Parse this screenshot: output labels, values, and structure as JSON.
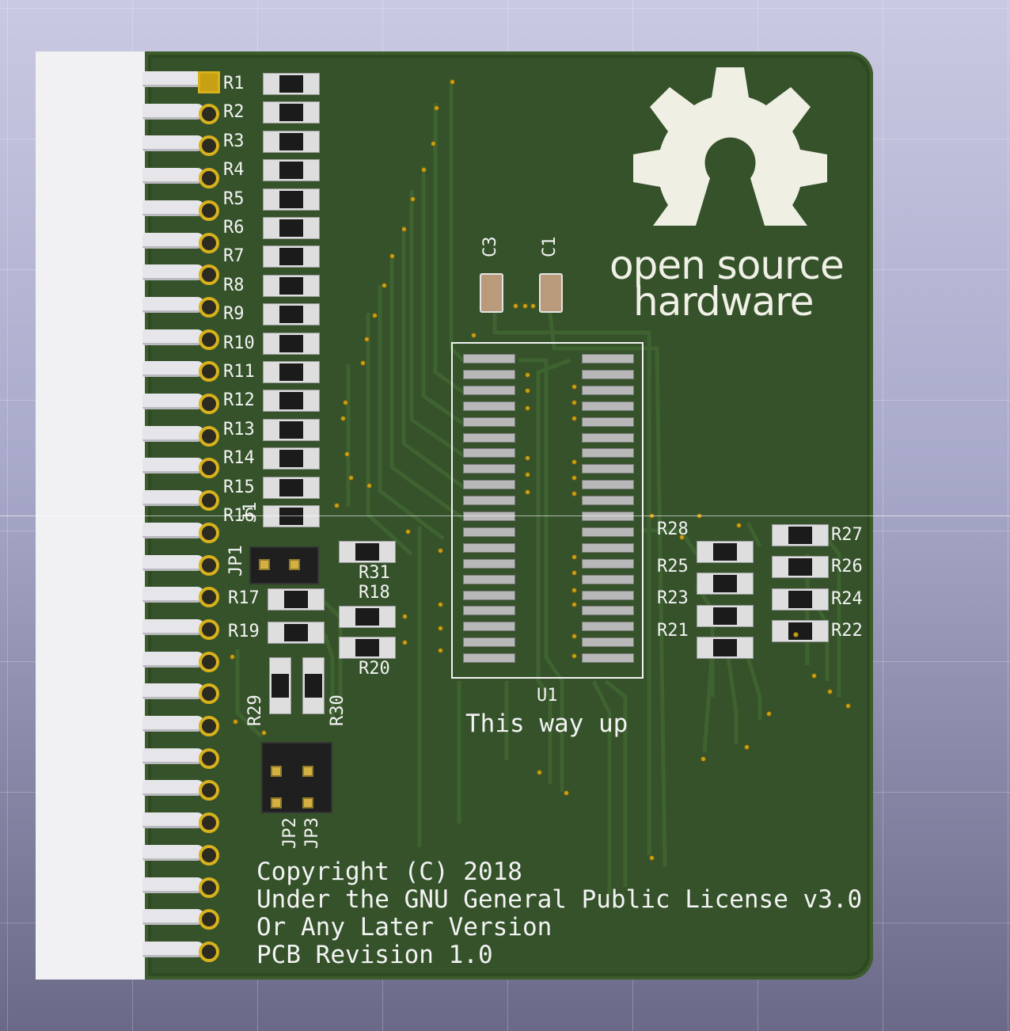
{
  "resistors_left": [
    "R1",
    "R2",
    "R3",
    "R4",
    "R5",
    "R6",
    "R7",
    "R8",
    "R9",
    "R10",
    "R11",
    "R12",
    "R13",
    "R14",
    "R15",
    "R16"
  ],
  "connector_label": "J1",
  "jumpers": {
    "jp1": "JP1",
    "jp2": "JP2",
    "jp3": "JP3"
  },
  "resistors_mid": {
    "r17": "R17",
    "r18": "R18",
    "r19": "R19",
    "r20": "R20",
    "r31": "R31",
    "r29": "R29",
    "r30": "R30"
  },
  "resistors_right_inner": [
    "R28",
    "R25",
    "R23",
    "R21"
  ],
  "resistors_right_outer": [
    "R27",
    "R26",
    "R24",
    "R22"
  ],
  "capacitors": {
    "c3": "C3",
    "c1": "C1"
  },
  "ic": {
    "ref": "U1",
    "note": "This way up"
  },
  "logo": {
    "line1": "open source",
    "line2": "hardware"
  },
  "copyright": {
    "line1": "Copyright (C) 2018",
    "line2": "Under the GNU General Public License v3.0",
    "line3": "Or Any Later Version",
    "line4": "PCB Revision 1.0"
  },
  "colors": {
    "board": "#35522a",
    "copper_pad": "#d8b11c",
    "silkscreen": "#f3f3f3",
    "background": "#a9aacb"
  }
}
